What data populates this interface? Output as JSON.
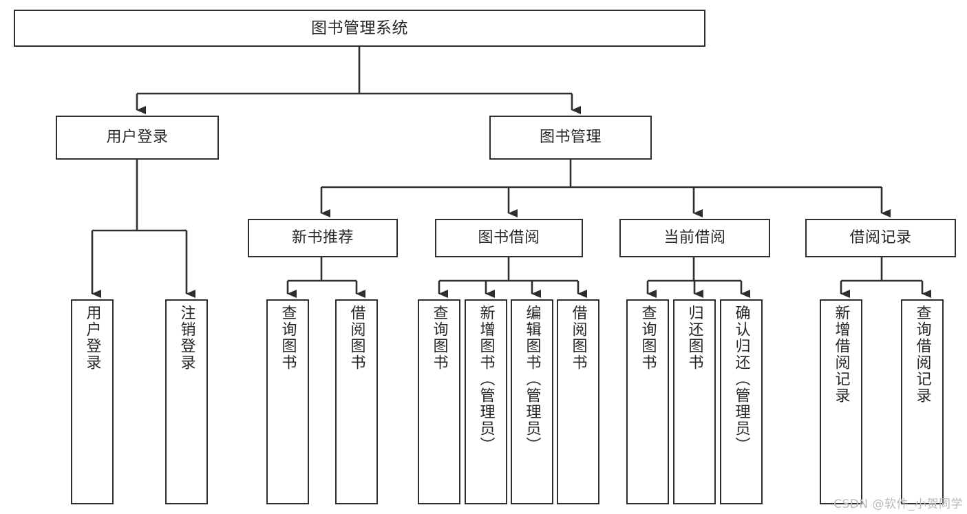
{
  "diagram": {
    "title": "图书管理系统",
    "type": "tree-hierarchy-chart",
    "levels": {
      "root": {
        "label": "图书管理系统"
      },
      "level2": [
        {
          "id": "user-login",
          "label": "用户登录"
        },
        {
          "id": "book-management",
          "label": "图书管理"
        }
      ],
      "level3": [
        {
          "id": "new-book-recommend",
          "label": "新书推荐"
        },
        {
          "id": "book-borrow",
          "label": "图书借阅"
        },
        {
          "id": "current-borrow",
          "label": "当前借阅"
        },
        {
          "id": "borrow-record",
          "label": "借阅记录"
        }
      ],
      "leaves": [
        {
          "id": "leaf-user-login",
          "label": "用户登录",
          "parent": "user-login"
        },
        {
          "id": "leaf-user-logout",
          "label": "注销登录",
          "parent": "user-login"
        },
        {
          "id": "leaf-query-book-1",
          "label": "查询图书",
          "parent": "new-book-recommend"
        },
        {
          "id": "leaf-borrow-book-1",
          "label": "借阅图书",
          "parent": "new-book-recommend"
        },
        {
          "id": "leaf-query-book-2",
          "label": "查询图书",
          "parent": "book-borrow"
        },
        {
          "id": "leaf-add-book",
          "label": "新增图书（管理员）",
          "parent": "book-borrow"
        },
        {
          "id": "leaf-edit-book",
          "label": "编辑图书（管理员）",
          "parent": "book-borrow"
        },
        {
          "id": "leaf-borrow-book-2",
          "label": "借阅图书",
          "parent": "book-borrow"
        },
        {
          "id": "leaf-query-book-3",
          "label": "查询图书",
          "parent": "current-borrow"
        },
        {
          "id": "leaf-return-book",
          "label": "归还图书",
          "parent": "current-borrow"
        },
        {
          "id": "leaf-confirm-return",
          "label": "确认归还（管理员）",
          "parent": "current-borrow"
        },
        {
          "id": "leaf-add-record",
          "label": "新增借阅记录",
          "parent": "borrow-record"
        },
        {
          "id": "leaf-query-record",
          "label": "查询借阅记录",
          "parent": "borrow-record"
        }
      ]
    },
    "watermark": "CSDN @软件_小贺同学",
    "colors": {
      "stroke": "#2e2e2e",
      "background": "#ffffff",
      "text": "#262626",
      "watermark": "#b9b9b9"
    }
  }
}
